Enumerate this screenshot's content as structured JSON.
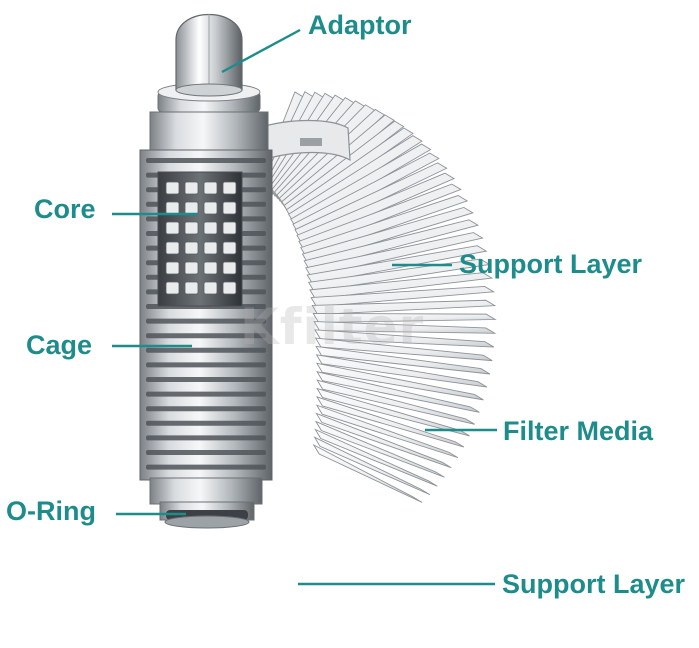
{
  "labels": {
    "adaptor": "Adaptor",
    "core": "Core",
    "support_layer_top": "Support Layer",
    "cage": "Cage",
    "filter_media": "Filter Media",
    "o_ring": "O-Ring",
    "support_layer_bottom": "Support Layer"
  },
  "watermark": "Kfilter",
  "colors": {
    "label": "#1f8c8c",
    "leader_line": "#1f8c8c",
    "metal_light": "#e6e8ea",
    "metal_dark": "#6f7478",
    "pleat_light": "#f4f5f6",
    "pleat_shadow": "#9aa0a4"
  },
  "pleat_count": 44,
  "cage_ring_count": 22
}
